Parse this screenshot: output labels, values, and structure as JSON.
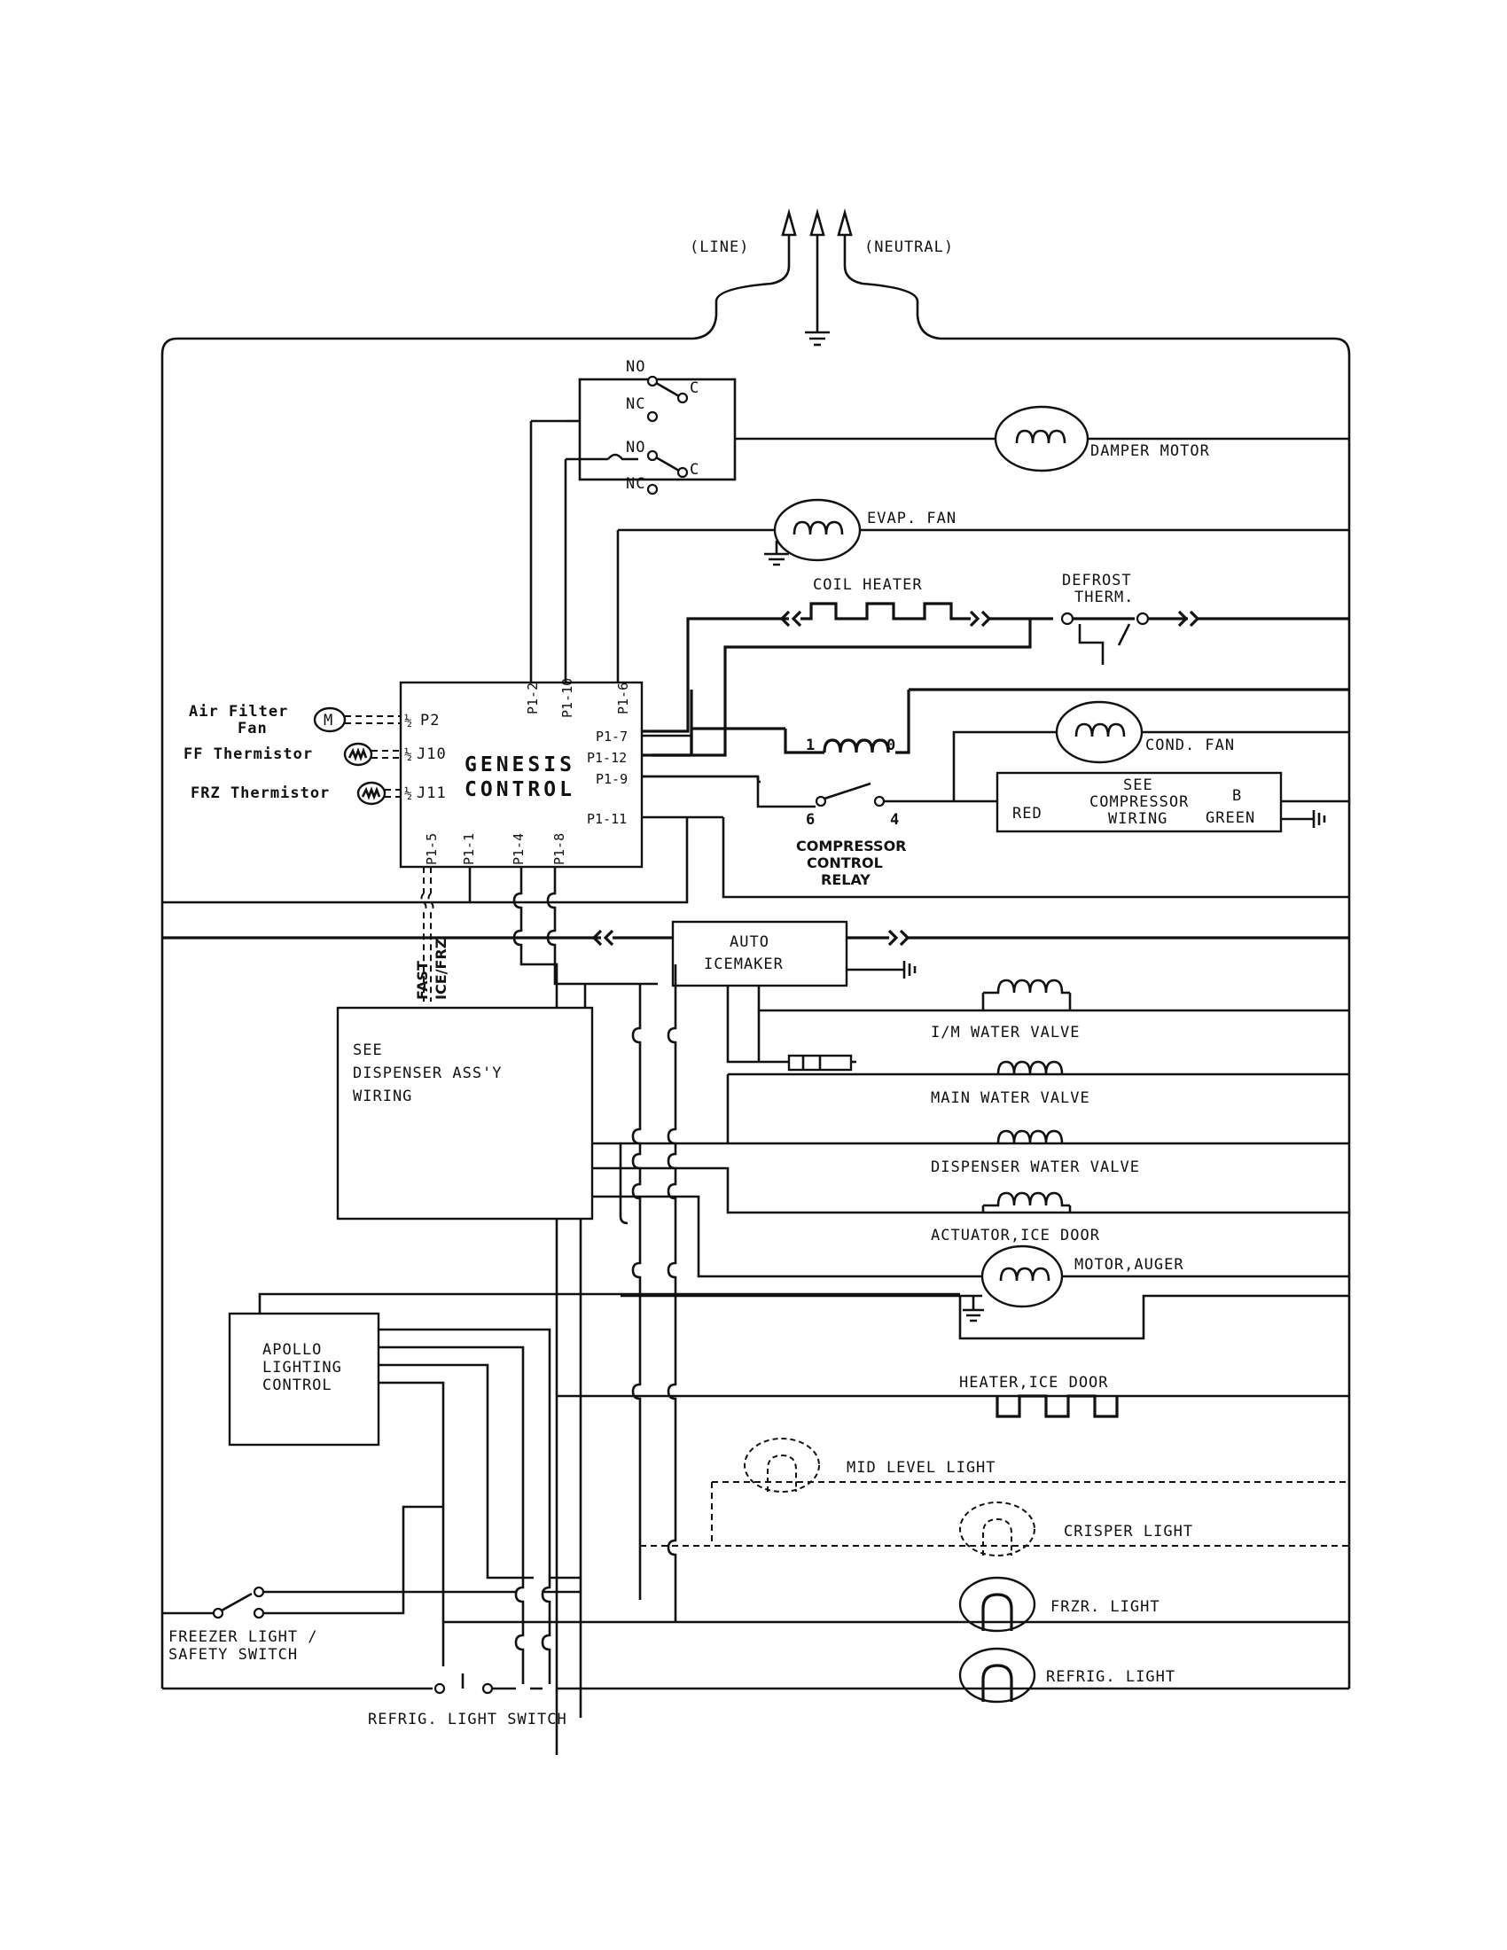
{
  "supply": {
    "line": "(LINE)",
    "neutral": "(NEUTRAL)"
  },
  "relay_top": {
    "no1": "NO",
    "nc1": "NC",
    "c1": "C",
    "no2": "NO",
    "nc2": "NC",
    "c2": "C"
  },
  "loads": {
    "damper_motor": "DAMPER MOTOR",
    "evap_fan": "EVAP. FAN",
    "coil_heater": "COIL HEATER",
    "defrost_therm_1": "DEFROST",
    "defrost_therm_2": "THERM.",
    "cond_fan": "COND. FAN",
    "im_water_valve": "I/M WATER VALVE",
    "main_water_valve": "MAIN WATER VALVE",
    "dispenser_water_valve": "DISPENSER WATER VALVE",
    "actuator_ice_door": "ACTUATOR,ICE DOOR",
    "motor_auger": "MOTOR,AUGER",
    "heater_ice_door": "HEATER,ICE DOOR",
    "mid_level_light": "MID LEVEL LIGHT",
    "crisper_light": "CRISPER LIGHT",
    "frzr_light": "FRZR. LIGHT",
    "refrig_light": "REFRIG. LIGHT"
  },
  "control": {
    "name_1": "GENESIS",
    "name_2": "CONTROL",
    "pins_top": [
      "P1-2",
      "P1-10",
      "P1-6"
    ],
    "pins_right": [
      "P1-7",
      "P1-12",
      "P1-9",
      "P1-11"
    ],
    "pins_bottom": [
      "P1-5",
      "P1-1",
      "P1-4",
      "P1-8"
    ],
    "p2": "P2",
    "j10": "J10",
    "j11": "J11",
    "pin_half": "½"
  },
  "sensors": {
    "air_filter_1": "Air Filter",
    "air_filter_2": "Fan",
    "motor_symbol": "M",
    "ff_thermistor": "FF Thermistor",
    "frz_thermistor": "FRZ Thermistor"
  },
  "compressor": {
    "relay_pin_1": "1",
    "relay_pin_0": "0",
    "relay_pin_6": "6",
    "relay_pin_4": "4",
    "relay_label_1": "COMPRESSOR",
    "relay_label_2": "CONTROL",
    "relay_label_3": "RELAY",
    "see_1": "SEE",
    "see_2": "COMPRESSOR",
    "see_3": "WIRING",
    "red": "RED",
    "b": "B",
    "green": "GREEN"
  },
  "icemaker": {
    "line_1": "AUTO",
    "line_2": "ICEMAKER"
  },
  "fast_ice": {
    "line_1": "FAST",
    "line_2": "ICE/FRZ"
  },
  "dispenser": {
    "line_1": "SEE",
    "line_2": "DISPENSER ASS'Y",
    "line_3": "WIRING"
  },
  "apollo": {
    "line_1": "APOLLO",
    "line_2": "LIGHTING",
    "line_3": "CONTROL"
  },
  "switches": {
    "freezer_1": "FREEZER LIGHT /",
    "freezer_2": "SAFETY SWITCH",
    "refrig": "REFRIG. LIGHT SWITCH"
  }
}
